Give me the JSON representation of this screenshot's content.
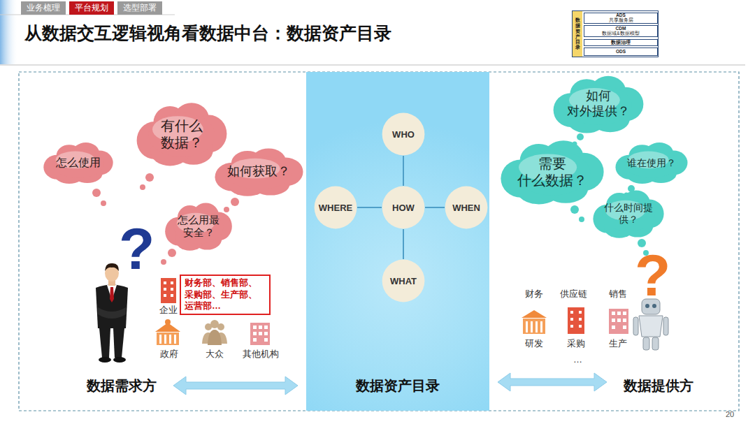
{
  "diagram": {
    "title": "从数据交互逻辑视角看数据中台：数据资产目录",
    "nodes": [
      {
        "text": [
          "业务梳理"
        ]
      },
      {
        "text": [
          "平台规划"
        ]
      },
      {
        "text": [
          "选型部署"
        ]
      },
      {
        "text": [
          "数据资产目录"
        ]
      },
      {
        "text": [
          "ADS",
          "共享服务层"
        ],
        "in": 3
      },
      {
        "text": [
          "CDM",
          "数据域&数据模型"
        ],
        "in": 3
      },
      {
        "text": [
          "数据治理"
        ],
        "in": 3
      },
      {
        "text": [
          "ODS"
        ],
        "in": 3
      },
      {
        "text": [
          "怎么使用"
        ]
      },
      {
        "text": [
          "有什么 数据？"
        ]
      },
      {
        "text": [
          "如何获取？"
        ]
      },
      {
        "text": [
          "怎么用最 安全？"
        ]
      },
      {
        "text": [
          "财务部、销售部、采购部、生产部、运营部…"
        ]
      },
      {
        "text": [
          "数据需求方"
        ]
      },
      {
        "text": [
          "数据资产目录"
        ]
      },
      {
        "text": [
          "WHO"
        ],
        "in": 14
      },
      {
        "text": [
          "WHERE"
        ],
        "in": 14
      },
      {
        "text": [
          "HOW"
        ],
        "in": 14
      },
      {
        "text": [
          "WHEN"
        ],
        "in": 14
      },
      {
        "text": [
          "WHAT"
        ],
        "in": 14
      },
      {
        "text": [
          "如何 对外提供？"
        ]
      },
      {
        "text": [
          "需要 什么数据？"
        ]
      },
      {
        "text": [
          "谁在使用？"
        ]
      },
      {
        "text": [
          "什么时间提 供？"
        ]
      },
      {
        "text": [
          "数据提供方"
        ]
      }
    ],
    "edges": [
      {
        "from": 17,
        "to": 15,
        "arrow": "none"
      },
      {
        "from": 17,
        "to": 16,
        "arrow": "none"
      },
      {
        "from": 17,
        "to": 18,
        "arrow": "none"
      },
      {
        "from": 17,
        "to": 19,
        "arrow": "none"
      },
      {
        "from": 13,
        "to": 14,
        "arrow": "both"
      },
      {
        "from": 14,
        "to": 24,
        "arrow": "both"
      }
    ],
    "labels": [
      "企业",
      "政府",
      "大众",
      "其他机构",
      "财务",
      "供应链",
      "销售",
      "研发",
      "采购",
      "生产",
      "…",
      "?",
      "?",
      "20"
    ]
  }
}
